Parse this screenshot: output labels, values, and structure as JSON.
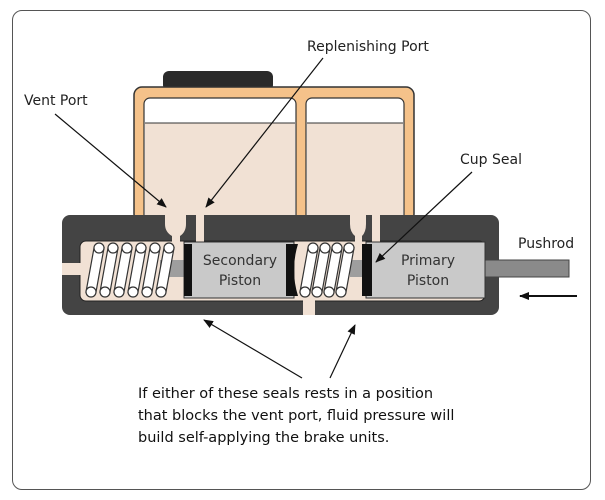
{
  "labels": {
    "vent_port": "Vent Port",
    "replenishing_port": "Replenishing Port",
    "cup_seal": "Cup Seal",
    "pushrod": "Pushrod",
    "secondary_piston_line1": "Secondary",
    "secondary_piston_line2": "Piston",
    "primary_piston_line1": "Primary",
    "primary_piston_line2": "Piston"
  },
  "note": {
    "line1": "If either of these seals rests in a position",
    "line2": "that blocks the vent port, fluid pressure will",
    "line3": "build self-applying the brake units."
  },
  "colors": {
    "reservoir": "#f5c28a",
    "fluid": "#f1e1d4",
    "body": "#444444",
    "bore": "#f1e1d4",
    "piston": "#c9c9c9",
    "seal": "#111111",
    "pushrod": "#8a8a8a"
  }
}
